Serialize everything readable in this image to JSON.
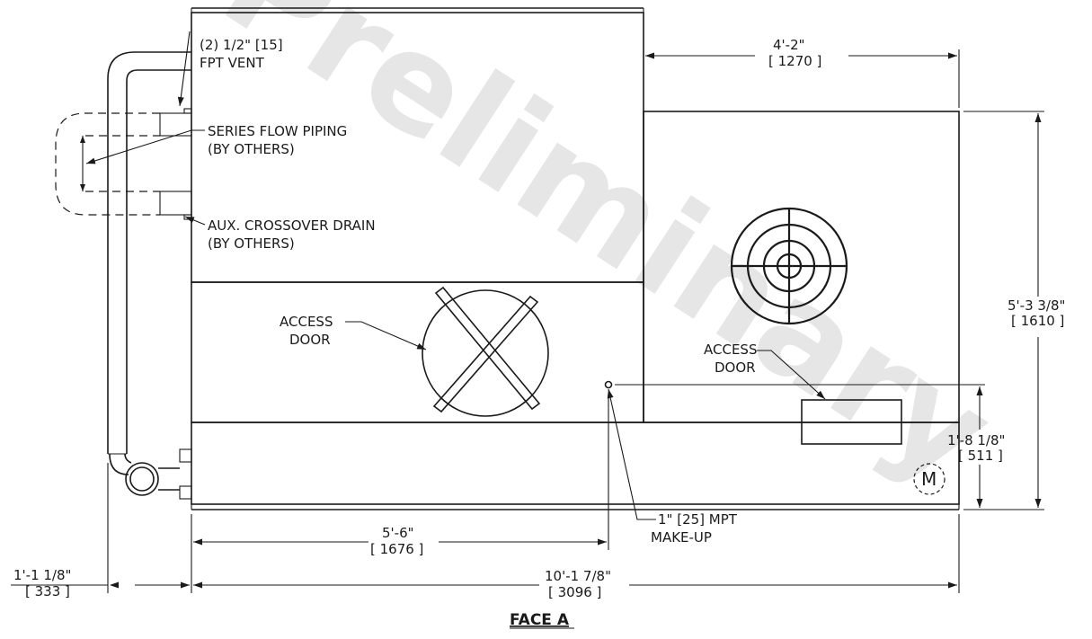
{
  "watermark": "Preliminary",
  "title": "FACE A",
  "callouts": {
    "vent_line1": "(2) 1/2\" [15]",
    "vent_line2": "FPT VENT",
    "series_line1": "SERIES FLOW PIPING",
    "series_line2": "(BY OTHERS)",
    "aux_line1": "AUX. CROSSOVER DRAIN",
    "aux_line2": "(BY OTHERS)",
    "access_left_line1": "ACCESS",
    "access_left_line2": "DOOR",
    "access_right_line1": "ACCESS",
    "access_right_line2": "DOOR",
    "makeup_line1": "1\" [25] MPT",
    "makeup_line2": "MAKE-UP"
  },
  "dimensions": {
    "top_width_imp": "4'-2\"",
    "top_width_met": "[ 1270 ]",
    "right_height_imp": "5'-3 3/8\"",
    "right_height_met": "[ 1610 ]",
    "makeup_height_imp": "1'-8 1/8\"",
    "makeup_height_met": "[ 511 ]",
    "makeup_offset_imp": "5'-6\"",
    "makeup_offset_met": "[ 1676 ]",
    "overall_width_imp": "10'-1 7/8\"",
    "overall_width_met": "[ 3096 ]",
    "pipe_offset_imp": "1'-1 1/8\"",
    "pipe_offset_met": "[ 333 ]"
  },
  "logo_text": "M"
}
